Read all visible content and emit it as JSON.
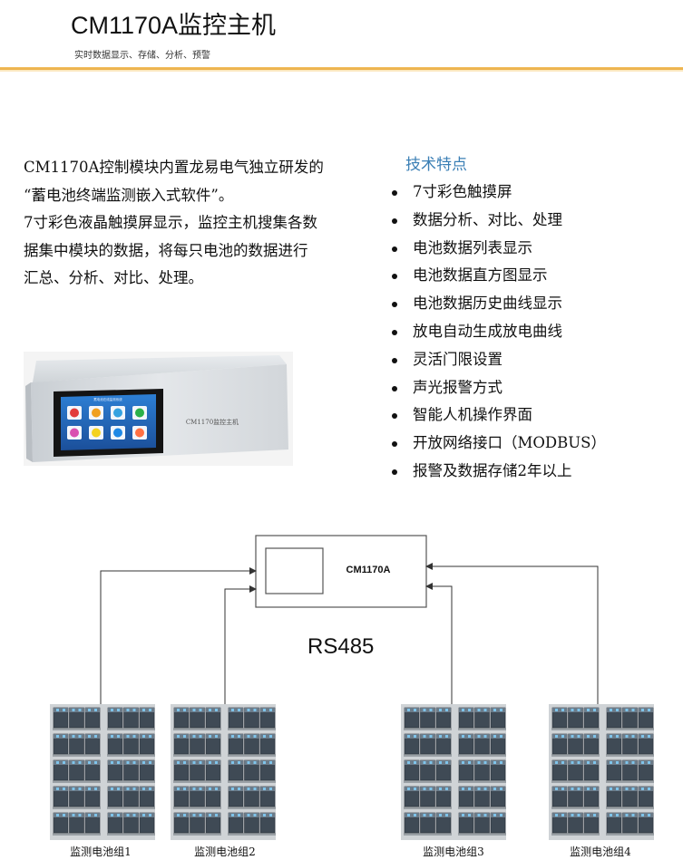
{
  "header": {
    "title": "CM1170A监控主机",
    "subtitle": "实时数据显示、存储、分析、预警"
  },
  "intro": {
    "lines": [
      "CM1170A控制模块内置龙易电气独立研发的",
      "“蓄电池终端监测嵌入式软件”。",
      "7寸彩色液晶触摸屏显示，监控主机搜集各数",
      "据集中模块的数据，将每只电池的数据进行",
      "汇总、分析、对比、处理。"
    ]
  },
  "features": {
    "title": "技术特点",
    "items": [
      "7寸彩色触摸屏",
      "数据分析、对比、处理",
      "电池数据列表显示",
      "电池数据直方图显示",
      "电池数据历史曲线显示",
      "放电自动生成放电曲线",
      "灵活门限设置",
      "声光报警方式",
      "智能人机操作界面",
      "开放网络接口（MODBUS）",
      "报警及数据存储2年以上"
    ]
  },
  "device_photo": {
    "panel_label": "CM1170监控主机",
    "screen_header": "蓄电池在线监测系统",
    "screen_icon_colors": [
      "#e23b3b",
      "#f0a020",
      "#36a2e0",
      "#2bb04a",
      "#d94fb0",
      "#f4d220",
      "#1e88e5",
      "#ff7043"
    ]
  },
  "diagram": {
    "host_label": "CM1170A",
    "bus_label": "RS485",
    "groups": [
      {
        "label": "监测电池组1"
      },
      {
        "label": "监测电池组2"
      },
      {
        "label": "监测电池组3"
      },
      {
        "label": "监测电池组4"
      }
    ],
    "colors": {
      "line": "#333333",
      "battery": "#3f4a55",
      "battery_top": "#6b7b89",
      "battery_terminal": "#7fc4ea"
    }
  }
}
